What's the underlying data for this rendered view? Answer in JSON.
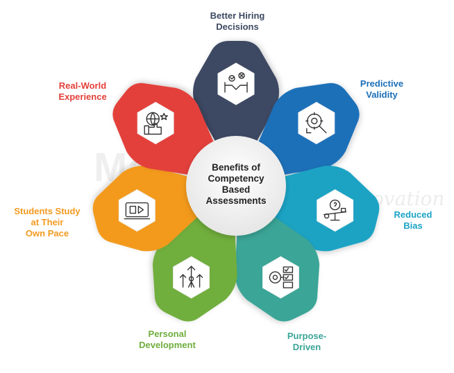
{
  "center": {
    "title": "Benefits of\nCompetency\nBased\nAssessments"
  },
  "watermark": {
    "brand": "MasterSoft",
    "tagline": "Accelerating Innovation"
  },
  "petals": [
    {
      "id": "better-hiring",
      "label": "Better Hiring\nDecisions",
      "color": "#3d4a63",
      "icon": "handshake-icon"
    },
    {
      "id": "predictive-validity",
      "label": "Predictive\nValidity",
      "color": "#1b6fb8",
      "icon": "gear-magnifier-icon"
    },
    {
      "id": "reduced-bias",
      "label": "Reduced\nBias",
      "color": "#1aa3c4",
      "icon": "balance-scale-icon"
    },
    {
      "id": "purpose-driven",
      "label": "Purpose-\nDriven",
      "color": "#3aa597",
      "icon": "target-checklist-icon"
    },
    {
      "id": "personal-development",
      "label": "Personal\nDevelopment",
      "color": "#6fae3e",
      "icon": "growth-arrows-icon"
    },
    {
      "id": "students-pace",
      "label": "Students Study\nat Their\nOwn Pace",
      "color": "#f39a1f",
      "icon": "video-player-icon"
    },
    {
      "id": "real-world",
      "label": "Real-World\nExperience",
      "color": "#e3403a",
      "icon": "globe-thumbsup-icon"
    }
  ]
}
